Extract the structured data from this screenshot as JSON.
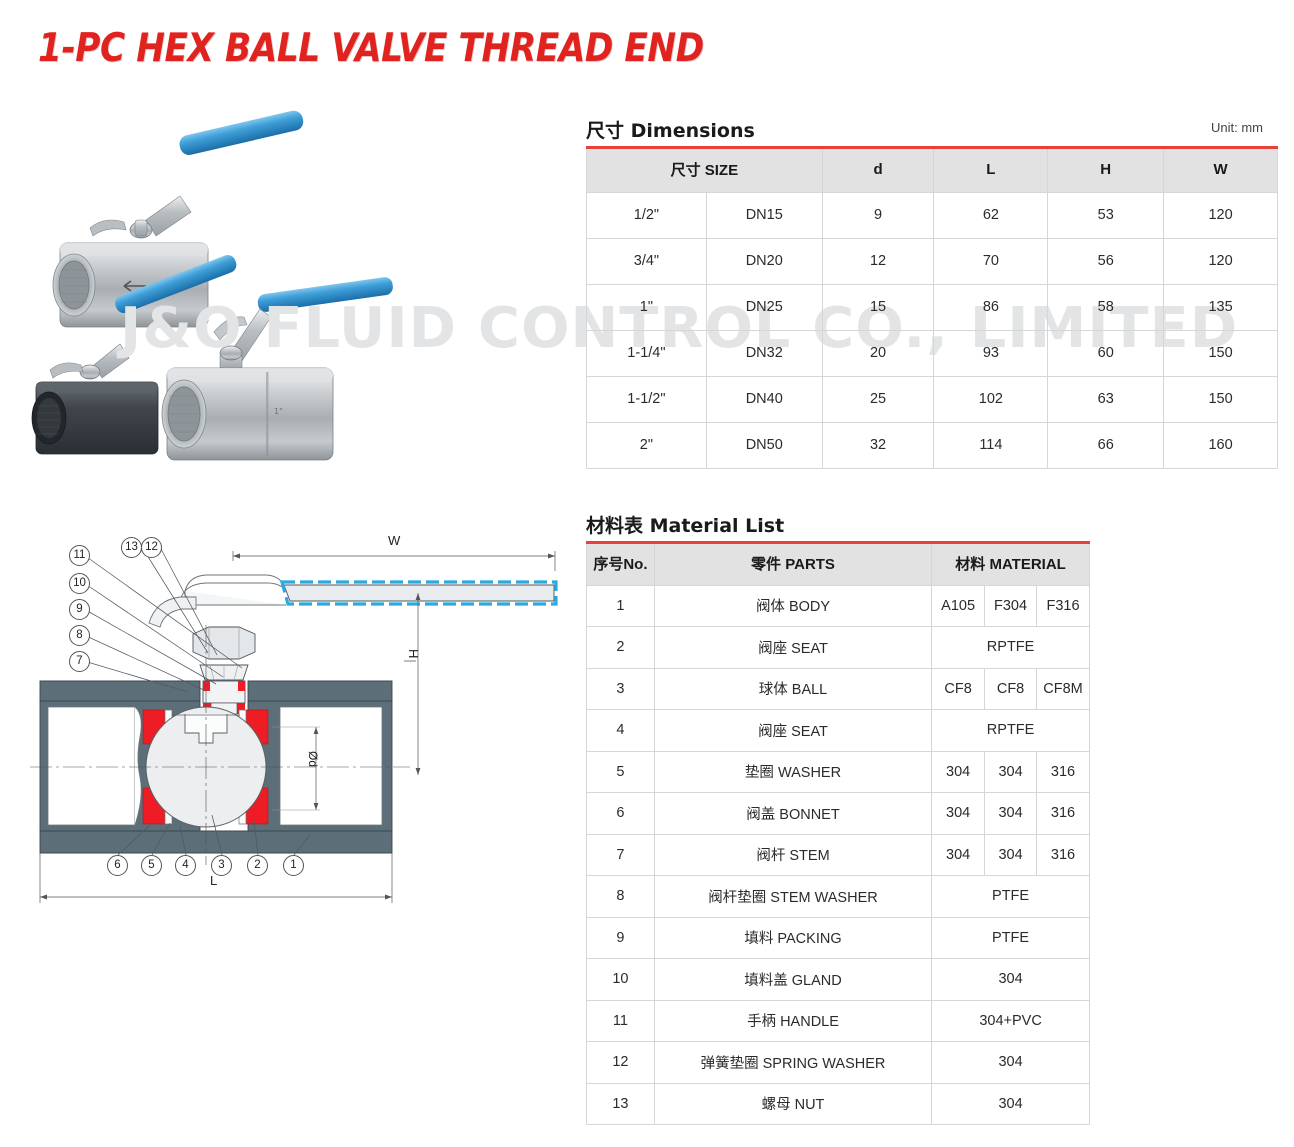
{
  "page": {
    "title": "1-PC HEX BALL VALVE THREAD END",
    "title_color": "#e0231f",
    "watermark": "J&O FLUID CONTROL CO., LIMITED",
    "watermark_color": "#e3e4e6",
    "accent_color": "#e8403a",
    "header_bg": "#e2e2e2"
  },
  "dimensions_section": {
    "heading": "尺寸 Dimensions",
    "unit_note": "Unit: mm",
    "headers": [
      "尺寸 SIZE",
      "d",
      "L",
      "H",
      "W"
    ],
    "rows": [
      {
        "size_in": "1/2\"",
        "size_dn": "DN15",
        "d": "9",
        "L": "62",
        "H": "53",
        "W": "120"
      },
      {
        "size_in": "3/4\"",
        "size_dn": "DN20",
        "d": "12",
        "L": "70",
        "H": "56",
        "W": "120"
      },
      {
        "size_in": "1\"",
        "size_dn": "DN25",
        "d": "15",
        "L": "86",
        "H": "58",
        "W": "135"
      },
      {
        "size_in": "1-1/4\"",
        "size_dn": "DN32",
        "d": "20",
        "L": "93",
        "H": "60",
        "W": "150"
      },
      {
        "size_in": "1-1/2\"",
        "size_dn": "DN40",
        "d": "25",
        "L": "102",
        "H": "63",
        "W": "150"
      },
      {
        "size_in": "2\"",
        "size_dn": "DN50",
        "d": "32",
        "L": "114",
        "H": "66",
        "W": "160"
      }
    ]
  },
  "material_section": {
    "heading": "材料表 Material List",
    "headers": {
      "no": "序号No.",
      "parts": "零件 PARTS",
      "material": "材料 MATERIAL"
    },
    "rows": [
      {
        "no": "1",
        "part": "阀体 BODY",
        "mats": [
          "A105",
          "F304",
          "F316"
        ],
        "span": false
      },
      {
        "no": "2",
        "part": "阀座 SEAT",
        "mats": [
          "RPTFE"
        ],
        "span": true
      },
      {
        "no": "3",
        "part": "球体 BALL",
        "mats": [
          "CF8",
          "CF8",
          "CF8M"
        ],
        "span": false
      },
      {
        "no": "4",
        "part": "阀座 SEAT",
        "mats": [
          "RPTFE"
        ],
        "span": true
      },
      {
        "no": "5",
        "part": "垫圈 WASHER",
        "mats": [
          "304",
          "304",
          "316"
        ],
        "span": false
      },
      {
        "no": "6",
        "part": "阀盖 BONNET",
        "mats": [
          "304",
          "304",
          "316"
        ],
        "span": false
      },
      {
        "no": "7",
        "part": "阀杆 STEM",
        "mats": [
          "304",
          "304",
          "316"
        ],
        "span": false
      },
      {
        "no": "8",
        "part": "阀杆垫圈 STEM WASHER",
        "mats": [
          "PTFE"
        ],
        "span": true
      },
      {
        "no": "9",
        "part": "填料 PACKING",
        "mats": [
          "PTFE"
        ],
        "span": true
      },
      {
        "no": "10",
        "part": "填料盖 GLAND",
        "mats": [
          "304"
        ],
        "span": true
      },
      {
        "no": "11",
        "part": "手柄 HANDLE",
        "mats": [
          "304+PVC"
        ],
        "span": true
      },
      {
        "no": "12",
        "part": "弹簧垫圈 SPRING WASHER",
        "mats": [
          "304"
        ],
        "span": true
      },
      {
        "no": "13",
        "part": "螺母 NUT",
        "mats": [
          "304"
        ],
        "span": true
      }
    ]
  },
  "drawing": {
    "dimension_labels": {
      "W": "W",
      "H": "H",
      "L": "L",
      "d": "Ød"
    },
    "callouts_left": [
      "11",
      "10",
      "9",
      "8",
      "7"
    ],
    "callouts_top": [
      "13",
      "12"
    ],
    "callouts_bottom": [
      "6",
      "5",
      "4",
      "3",
      "2",
      "1"
    ],
    "colors": {
      "body": "#5c6e78",
      "seat": "#ee1c24",
      "metal": "#e8eaec",
      "handle": "#29abe2"
    }
  },
  "photos": {
    "alt": "1-PC hex ball valve product photos",
    "items": [
      {
        "name": "stainless-valve-top",
        "finish": "stainless"
      },
      {
        "name": "carbon-steel-valve",
        "finish": "carbon-steel"
      },
      {
        "name": "stainless-valve-right",
        "finish": "stainless"
      }
    ]
  }
}
